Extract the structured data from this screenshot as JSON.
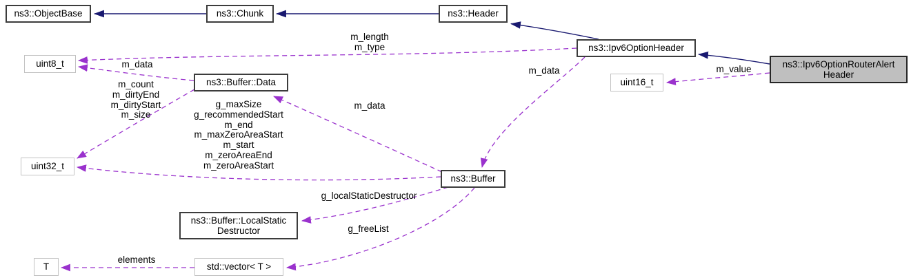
{
  "diagram": {
    "type": "collaboration-graph",
    "nodes": {
      "objectBase": "ns3::ObjectBase",
      "chunk": "ns3::Chunk",
      "header": "ns3::Header",
      "ipv6OptionHeader": "ns3::Ipv6OptionHeader",
      "routerAlertHeader": "ns3::Ipv6OptionRouterAlert\nHeader",
      "uint8": "uint8_t",
      "bufferData": "ns3::Buffer::Data",
      "uint16": "uint16_t",
      "uint32": "uint32_t",
      "buffer": "ns3::Buffer",
      "localStaticDestructor": "ns3::Buffer::LocalStatic\nDestructor",
      "t": "T",
      "vector": "std::vector< T >"
    },
    "edgeLabels": {
      "lengthType": "m_length\nm_type",
      "dataToBuffer": "m_data",
      "dataToUint8": "m_data",
      "dataToBufferData": "m_data",
      "countStack": "m_count\nm_dirtyEnd\nm_dirtyStart\nm_size",
      "bufferUint32Stack": "g_maxSize\ng_recommendedStart\nm_end\nm_maxZeroAreaStart\nm_start\nm_zeroAreaEnd\nm_zeroAreaStart",
      "value": "m_value",
      "localStatic": "g_localStaticDestructor",
      "freeList": "g_freeList",
      "elements": "elements"
    },
    "colors": {
      "inheritanceEdge": "#191970",
      "memberEdge": "#9a32cd",
      "classNodeBorder": "#3c3c3c",
      "primitiveNodeBorder": "#c2c2c2",
      "currentNodeFill": "#bfbfbf",
      "background": "#ffffff"
    }
  }
}
